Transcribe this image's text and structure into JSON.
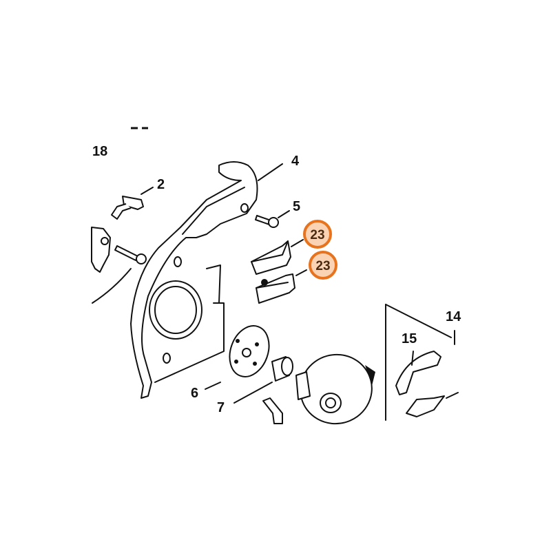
{
  "diagram": {
    "callouts": [
      {
        "id": "label-18",
        "text": "18"
      },
      {
        "id": "label-2",
        "text": "2"
      },
      {
        "id": "label-4",
        "text": "4"
      },
      {
        "id": "label-5",
        "text": "5"
      },
      {
        "id": "label-6",
        "text": "6"
      },
      {
        "id": "label-7",
        "text": "7"
      },
      {
        "id": "label-15",
        "text": "15"
      },
      {
        "id": "label-14",
        "text": "14"
      }
    ],
    "highlighted": [
      {
        "id": "label-23-upper",
        "text": "23"
      },
      {
        "id": "label-23-lower",
        "text": "23"
      }
    ],
    "colors": {
      "highlight_ring": "#e8731e",
      "highlight_fill": "#f9d3b4",
      "line": "#111111"
    }
  }
}
